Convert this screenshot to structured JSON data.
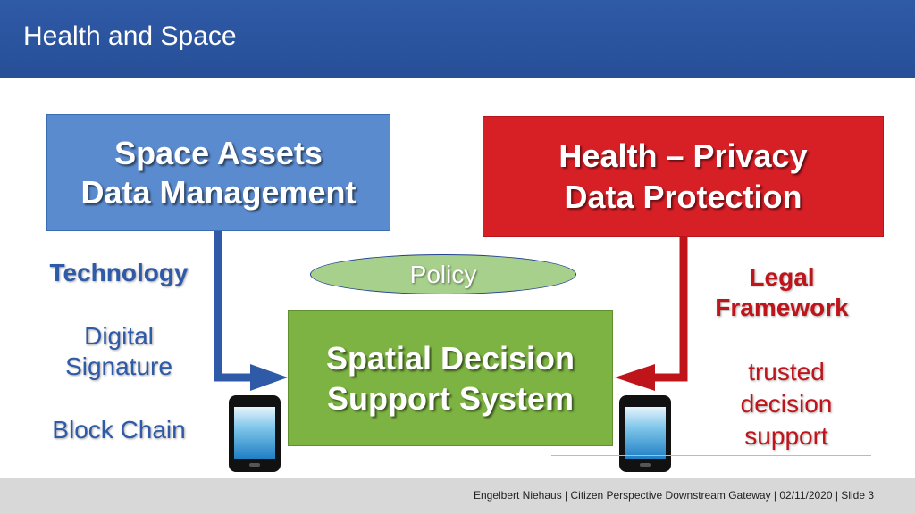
{
  "slide": {
    "title": "Health and Space"
  },
  "boxes": {
    "space": {
      "line1": "Space Assets",
      "line2": "Data Management",
      "color": "#5b8bcf"
    },
    "health": {
      "line1": "Health – Privacy",
      "line2": "Data Protection",
      "color": "#d71f26"
    },
    "sdss": {
      "line1": "Spatial Decision",
      "line2": "Support System",
      "color": "#7cb342"
    },
    "policy": {
      "label": "Policy",
      "color": "#a8d08d"
    }
  },
  "left_labels": {
    "technology": "Technology",
    "digital_line1": "Digital",
    "digital_line2": "Signature",
    "blockchain": "Block Chain"
  },
  "right_labels": {
    "legal_line1": "Legal",
    "legal_line2": "Framework",
    "trusted_line1": "trusted",
    "trusted_line2": "decision",
    "trusted_line3": "support"
  },
  "footer": {
    "text": "Engelbert Niehaus | Citizen Perspective Downstream Gateway  | 02/11/2020 | Slide  3"
  },
  "icons": [
    "smartphone-icon",
    "smartphone-icon"
  ]
}
